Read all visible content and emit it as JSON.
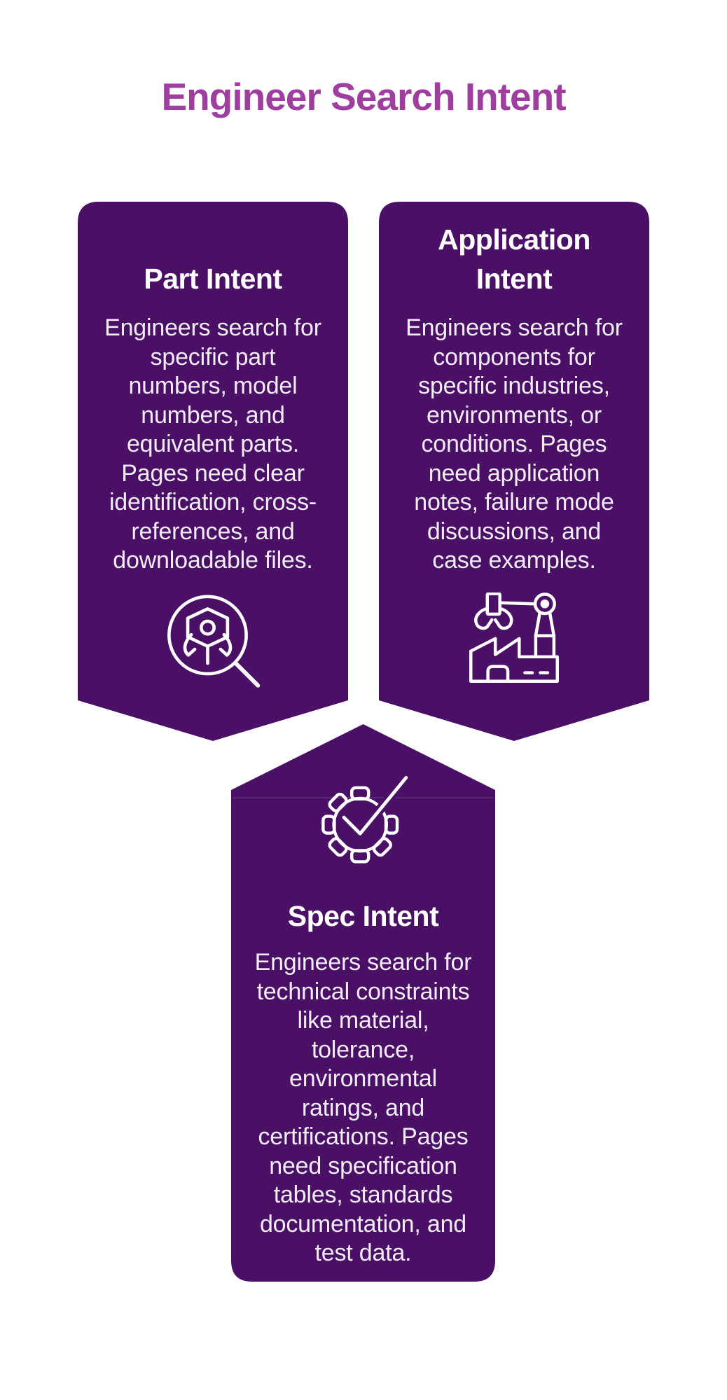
{
  "page": {
    "title": "Engineer Search Intent",
    "background": "#FFFFFF",
    "title_color": "#9E3F9F",
    "card_color": "#4A1066",
    "heading_text_color": "#FFFFFF",
    "body_text_color": "#F1ECF5",
    "icon_stroke_color": "#FFFFFF"
  },
  "cards": [
    {
      "id": "part-intent",
      "heading": "Part Intent",
      "body": "Engineers search for\nspecific part\nnumbers, model\nnumbers, and\nequivalent parts.\nPages need clear\nidentification, cross-\nreferences, and\ndownloadable files.",
      "icon": "part-search-magnifier-icon",
      "shape": "banner-pointing-down"
    },
    {
      "id": "application-intent",
      "heading": "Application\nIntent",
      "body": "Engineers search for\ncomponents for\nspecific industries,\nenvironments, or\nconditions. Pages\nneed application\nnotes, failure mode\ndiscussions, and\ncase examples.",
      "icon": "factory-robot-arm-icon",
      "shape": "banner-pointing-down"
    },
    {
      "id": "spec-intent",
      "heading": "Spec Intent",
      "body": "Engineers search for\ntechnical constraints\nlike material,\ntolerance,\nenvironmental\nratings, and\ncertifications. Pages\nneed specification\ntables, standards\ndocumentation, and\ntest data.",
      "icon": "gear-checkmark-icon",
      "shape": "banner-pointing-up"
    }
  ]
}
